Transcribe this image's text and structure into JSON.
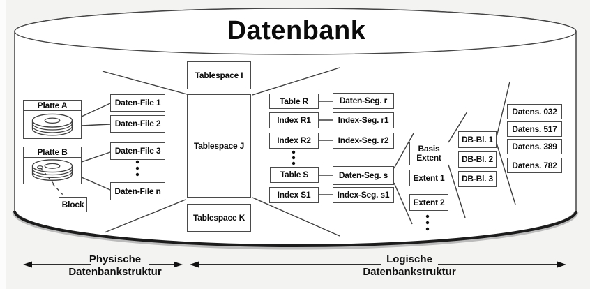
{
  "title": "Datenbank",
  "colors": {
    "background": "#f3f3f2",
    "cylinder_fill": "#ffffff",
    "stroke": "#3f3f3f",
    "box_border": "#4a4a4a",
    "text": "#0d0d0d"
  },
  "icons": {
    "disk": "disk-stack-icon",
    "dots": "vertical-ellipsis-dots",
    "arrow": "double-headed-arrow"
  },
  "physical": {
    "disks": [
      {
        "label": "Platte A"
      },
      {
        "label": "Platte B"
      }
    ],
    "block_label": "Block",
    "files": [
      "Daten-File 1",
      "Daten-File 2",
      "Daten-File 3",
      "Daten-File n"
    ]
  },
  "tablespaces": [
    "Tablespace I",
    "Tablespace J",
    "Tablespace K"
  ],
  "segments": [
    {
      "object": "Table R",
      "segment": "Daten-Seg. r"
    },
    {
      "object": "Index R1",
      "segment": "Index-Seg. r1"
    },
    {
      "object": "Index R2",
      "segment": "Index-Seg. r2"
    },
    {
      "object": "Table S",
      "segment": "Daten-Seg. s"
    },
    {
      "object": "Index S1",
      "segment": "Index-Seg. s1"
    }
  ],
  "extents": [
    "Basis Extent",
    "Extent 1",
    "Extent 2"
  ],
  "db_blocks": [
    "DB-Bl. 1",
    "DB-Bl. 2",
    "DB-Bl. 3"
  ],
  "records": [
    "Datens. 032",
    "Datens. 517",
    "Datens. 389",
    "Datens. 782"
  ],
  "legend": {
    "physical": {
      "line1": "Physische",
      "line2": "Datenbankstruktur"
    },
    "logical": {
      "line1": "Logische",
      "line2": "Datenbankstruktur"
    }
  }
}
